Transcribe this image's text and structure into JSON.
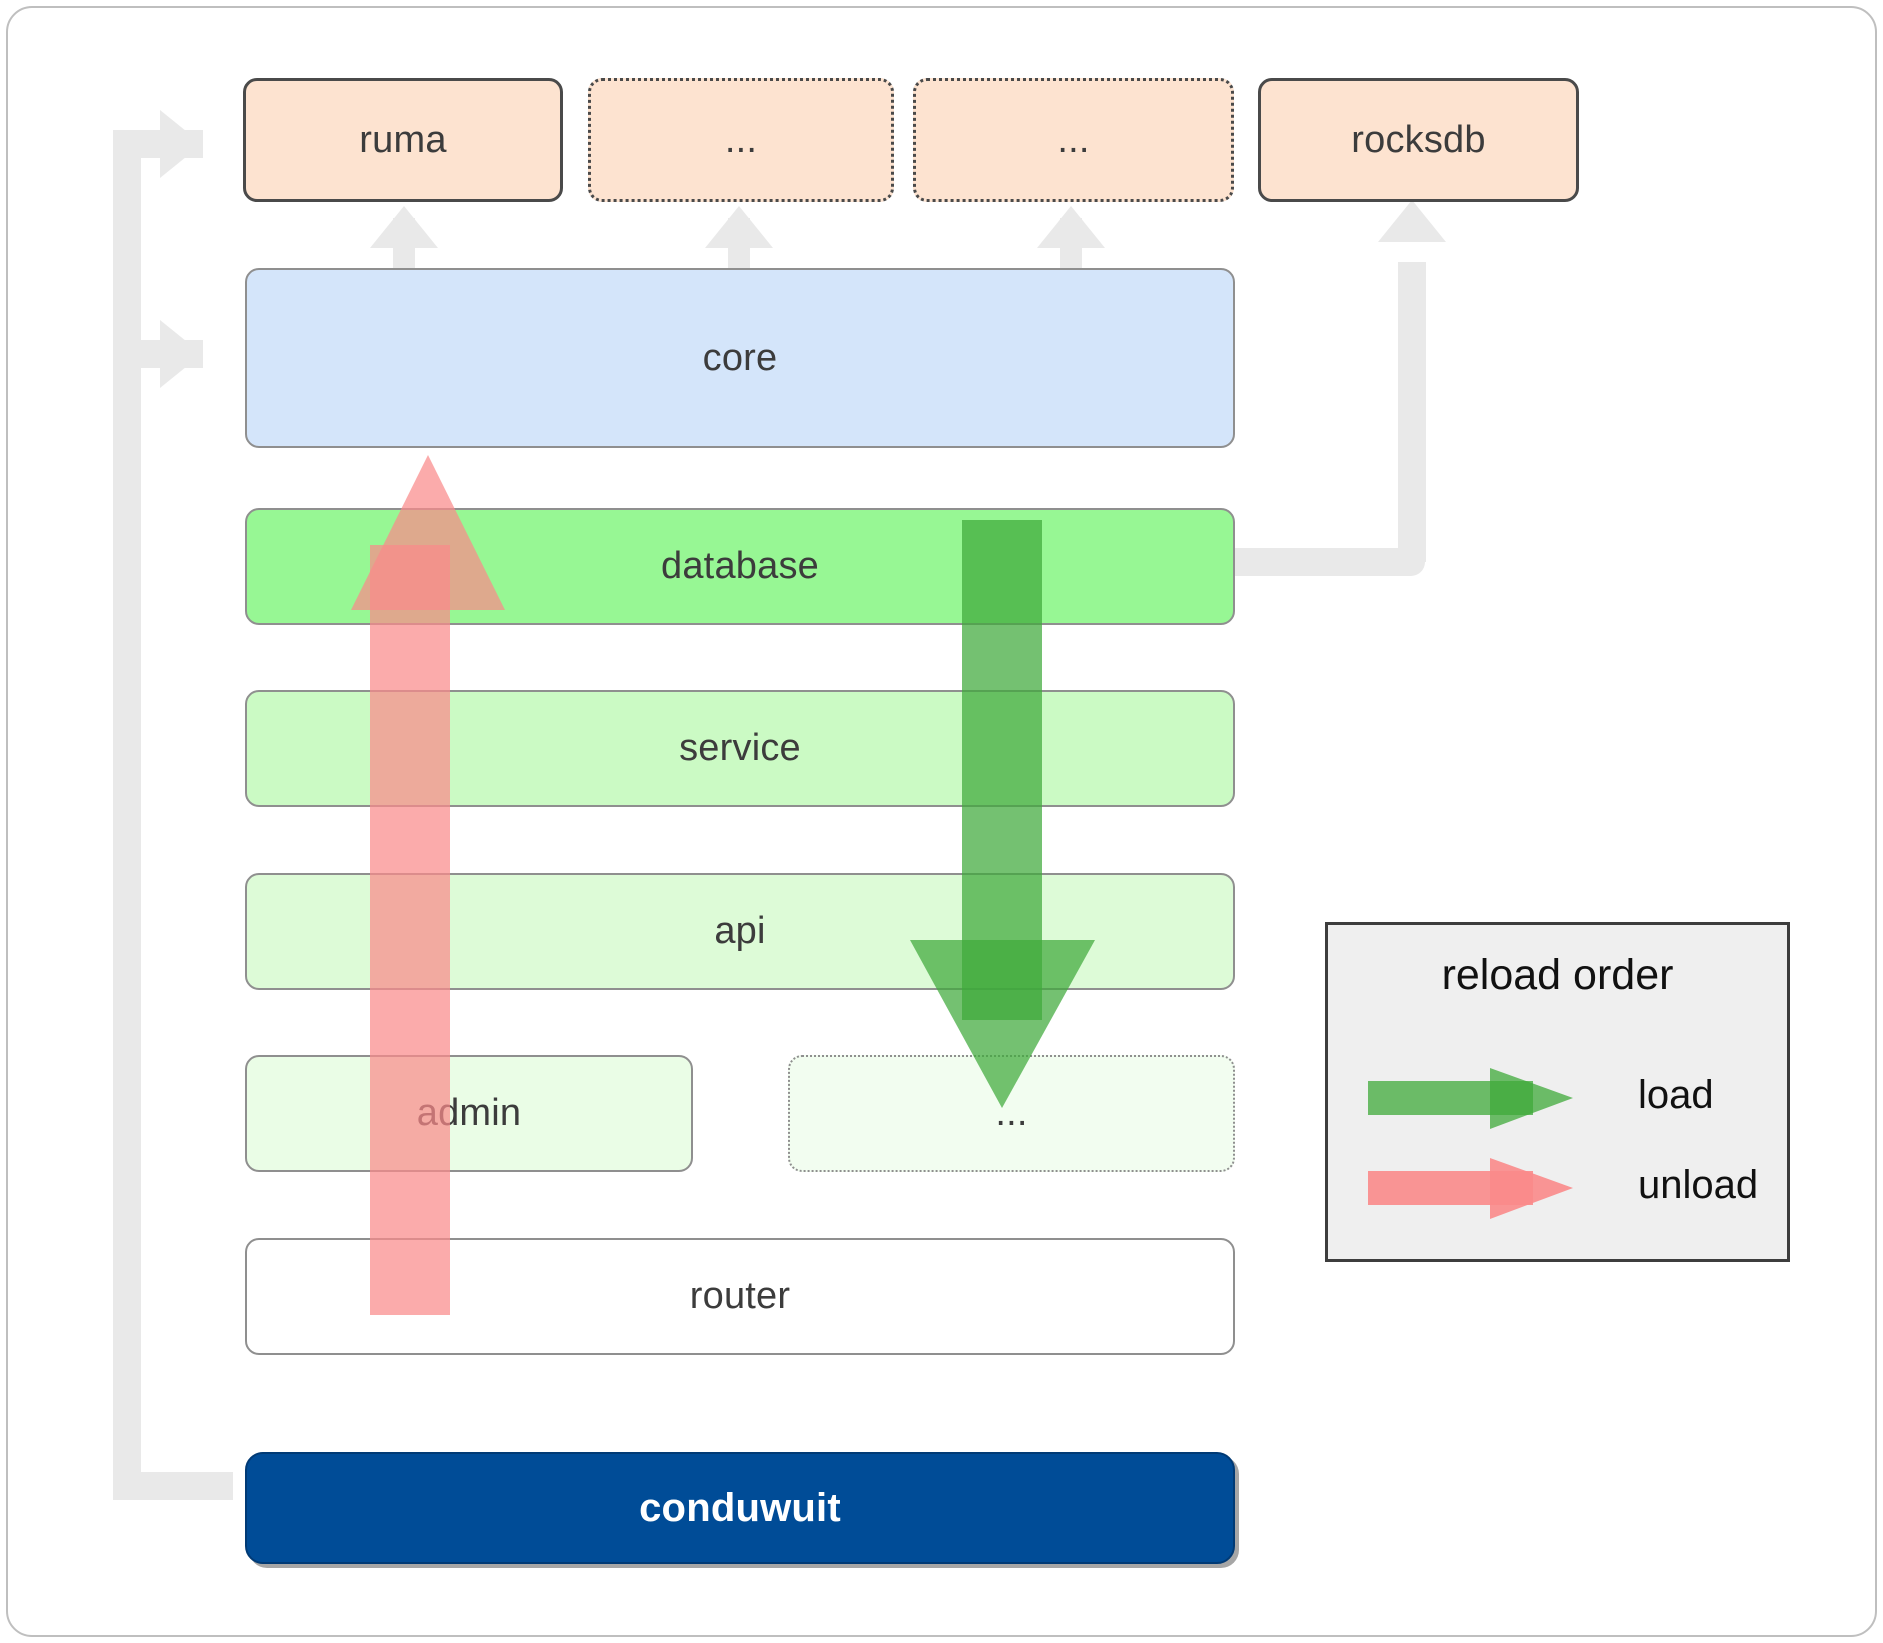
{
  "diagram": {
    "title": "conduwuit crate architecture / reload order",
    "deps_row": [
      {
        "id": "ruma",
        "label": "ruma",
        "style": "solid",
        "fill": "#fde3d0"
      },
      {
        "id": "dep-ellipsis-1",
        "label": "...",
        "style": "dotted",
        "fill": "#fde3d0"
      },
      {
        "id": "dep-ellipsis-2",
        "label": "...",
        "style": "dotted",
        "fill": "#fde3d0"
      },
      {
        "id": "rocksdb",
        "label": "rocksdb",
        "style": "solid",
        "fill": "#fde3d0"
      }
    ],
    "layers": [
      {
        "id": "core",
        "label": "core",
        "fill": "#d4e5fa",
        "style": "solid"
      },
      {
        "id": "database",
        "label": "database",
        "fill": "#97f794",
        "style": "solid"
      },
      {
        "id": "service",
        "label": "service",
        "fill": "#cbfac4",
        "style": "solid"
      },
      {
        "id": "api",
        "label": "api",
        "fill": "#ddfbd7",
        "style": "solid"
      },
      {
        "id": "admin",
        "label": "admin",
        "fill": "#eafde6",
        "style": "solid"
      },
      {
        "id": "layer-ellipsis",
        "label": "...",
        "fill": "#f2fdf0",
        "style": "dotted"
      },
      {
        "id": "router",
        "label": "router",
        "fill": "#ffffff",
        "style": "solid"
      }
    ],
    "binary": {
      "id": "conduwuit",
      "label": "conduwuit",
      "fill": "#004c97",
      "text_color": "#ffffff"
    },
    "legend": {
      "title": "reload order",
      "entries": [
        {
          "id": "load",
          "label": "load",
          "color": "#55a84f",
          "direction": "down"
        },
        {
          "id": "unload",
          "label": "unload",
          "color": "#fa8a8a",
          "direction": "up"
        }
      ]
    },
    "flow_arrows": [
      {
        "id": "unload-arrow",
        "label": "unload",
        "color": "#fa8a8a",
        "direction": "up",
        "from": "router",
        "to": "database"
      },
      {
        "id": "load-arrow",
        "label": "load",
        "color": "#55a84f",
        "direction": "down",
        "from": "database",
        "to": "router"
      }
    ],
    "colors": {
      "connector": "#e9e9e9",
      "frame_border": "#bfbfbf",
      "node_border_dark": "#4a4a4a",
      "node_border_gray": "#8f8f8f",
      "text": "#3c3c3c"
    }
  }
}
